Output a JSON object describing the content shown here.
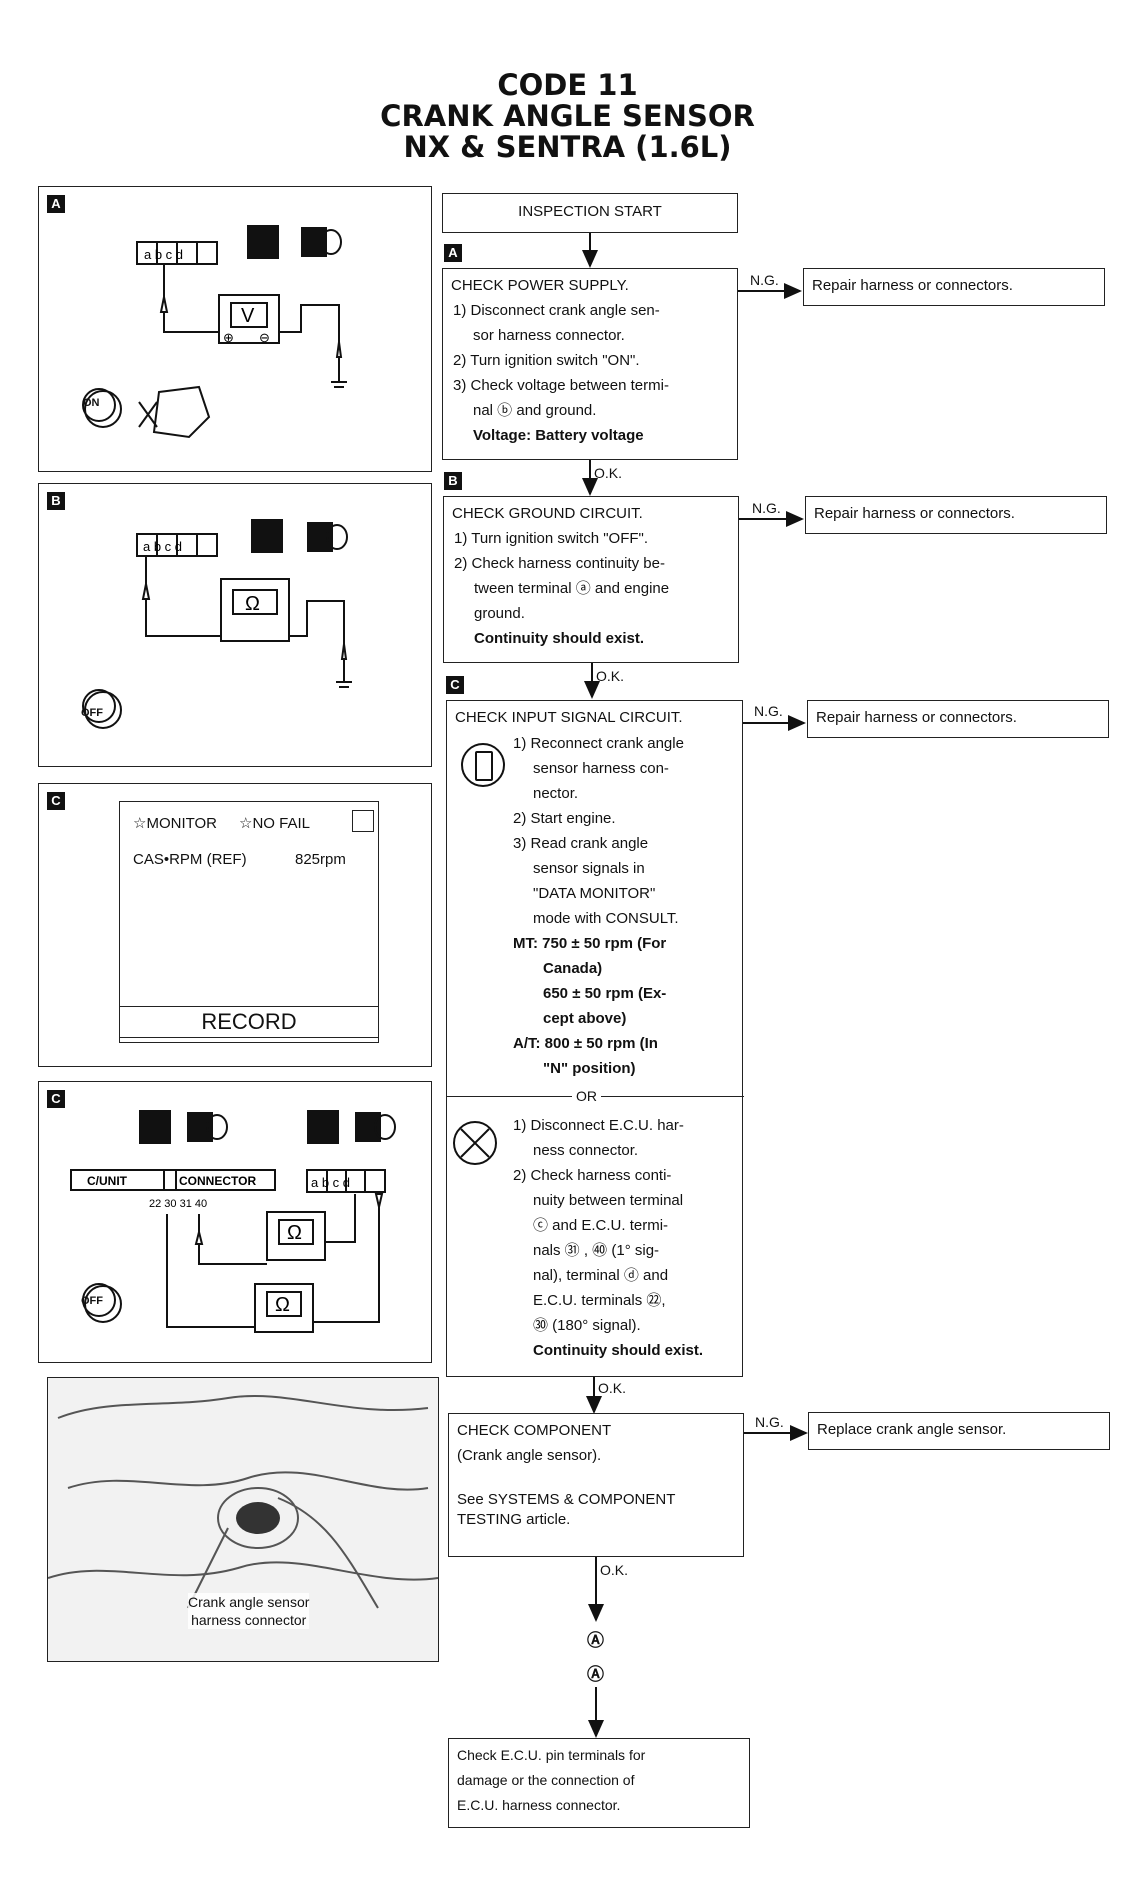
{
  "header": {
    "line1": "CODE 11",
    "line2": "CRANK ANGLE SENSOR",
    "line3": "NX & SENTRA (1.6L)"
  },
  "panels": {
    "a": {
      "tag": "A",
      "meter": "V",
      "key": "ON"
    },
    "b": {
      "tag": "B",
      "meter": "Ω",
      "key": "OFF"
    },
    "c1": {
      "tag": "C",
      "monitor": "☆MONITOR",
      "nofail": "☆NO FAIL",
      "row_label": "CAS•RPM (REF)",
      "row_value": "825rpm",
      "record": "RECORD"
    },
    "c2": {
      "tag": "C",
      "unit_label": "C/UNIT",
      "conn_label": "CONNECTOR",
      "pins": "22  30  31  40",
      "meter1": "Ω",
      "meter2": "Ω",
      "key": "OFF"
    },
    "d": {
      "caption1": "Crank angle sensor",
      "caption2": "harness connector"
    },
    "connector_pins": [
      "a",
      "b",
      "c",
      "d"
    ]
  },
  "flow": {
    "start": "INSPECTION START",
    "step_a": {
      "tag": "A",
      "title": "CHECK POWER SUPPLY.",
      "lines": [
        "1) Disconnect crank angle sen-",
        "sor harness connector.",
        "2) Turn ignition switch \"ON\".",
        "3) Check voltage between termi-",
        "nal ⓑ and ground."
      ],
      "result": "Voltage: Battery voltage"
    },
    "step_b": {
      "tag": "B",
      "title": "CHECK GROUND CIRCUIT.",
      "lines": [
        "1) Turn ignition switch \"OFF\".",
        "2) Check harness continuity be-",
        "tween terminal ⓐ and engine",
        "ground."
      ],
      "result": "Continuity should exist."
    },
    "step_c": {
      "tag": "C",
      "title": "CHECK INPUT SIGNAL CIRCUIT.",
      "lines": [
        "1) Reconnect crank angle",
        "sensor harness con-",
        "nector.",
        "2) Start engine.",
        "3) Read crank angle",
        "sensor signals in",
        "\"DATA MONITOR\"",
        "mode with CONSULT."
      ],
      "spec": [
        "MT: 750 ± 50 rpm (For",
        "Canada)",
        "650 ± 50 rpm (Ex-",
        "cept above)",
        "A/T: 800 ± 50 rpm (In",
        "\"N\" position)"
      ],
      "or": "OR",
      "alt_lines": [
        "1) Disconnect E.C.U. har-",
        "ness connector.",
        "2) Check harness conti-",
        "nuity between terminal",
        "ⓒ and E.C.U. termi-",
        "nals ㉛ , ㊵ (1° sig-",
        "nal), terminal ⓓ and",
        "E.C.U. terminals ㉒,",
        "㉚ (180° signal)."
      ],
      "alt_result": "Continuity should exist."
    },
    "step_d": {
      "title": "CHECK COMPONENT",
      "sub": "(Crank angle sensor).",
      "see1": "See SYSTEMS & COMPONENT",
      "see2": "TESTING article."
    },
    "final": [
      "Check E.C.U. pin terminals for",
      "damage or the connection of",
      "E.C.U. harness connector."
    ],
    "ok": "O.K.",
    "ng": "N.G.",
    "repair": "Repair harness or connectors.",
    "replace": "Replace crank angle sensor.",
    "connector_mark": "Ⓐ"
  }
}
